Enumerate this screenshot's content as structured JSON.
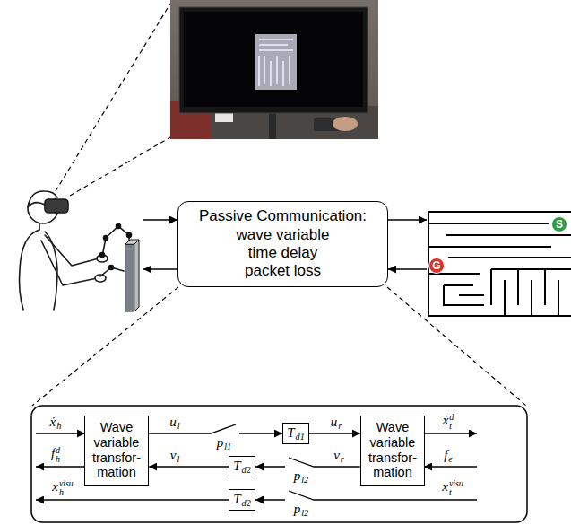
{
  "diagram": {
    "nodes": [
      {
        "text": [
          "Passive Communication:",
          "wave variable",
          "time delay",
          "packet loss"
        ]
      },
      {
        "text": [
          "S"
        ]
      },
      {
        "text": [
          "G"
        ]
      },
      {
        "text": [
          "Wave variable transfor- mation"
        ]
      },
      {
        "text": [
          "Td1"
        ]
      },
      {
        "text": [
          "Td2"
        ]
      },
      {
        "text": [
          "Td2"
        ]
      },
      {
        "text": [
          "Wave variable transfor- mation"
        ]
      }
    ],
    "edges": [
      {
        "from": 3,
        "to": 4,
        "arrow": "to"
      },
      {
        "from": 4,
        "to": 7,
        "arrow": "to"
      },
      {
        "from": 7,
        "to": 5,
        "arrow": "to"
      },
      {
        "from": 5,
        "to": 3,
        "arrow": "to"
      }
    ],
    "labels": [
      "ẋh",
      "fhd",
      "xhvisu",
      "ul",
      "vl",
      "pl1",
      "pl2",
      "pl2",
      "ur",
      "vr",
      "ẋtd",
      "fe",
      "xtvisu"
    ]
  }
}
